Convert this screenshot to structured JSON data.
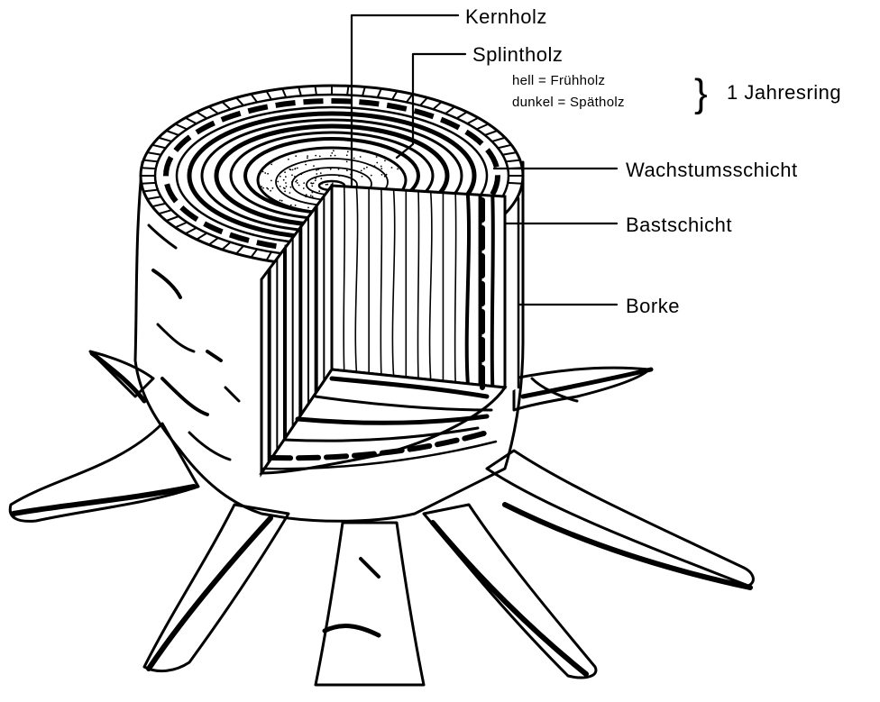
{
  "labels": {
    "kernholz": "Kernholz",
    "splintholz": "Splintholz",
    "fruehholz": "hell = Frühholz",
    "spaetholz": "dunkel = Spätholz",
    "brace": "}",
    "jahresring": "1 Jahresring",
    "wachstumsschicht": "Wachstumsschicht",
    "bastschicht": "Bastschicht",
    "borke": "Borke"
  },
  "colors": {
    "ink": "#000000",
    "paper": "#ffffff"
  }
}
